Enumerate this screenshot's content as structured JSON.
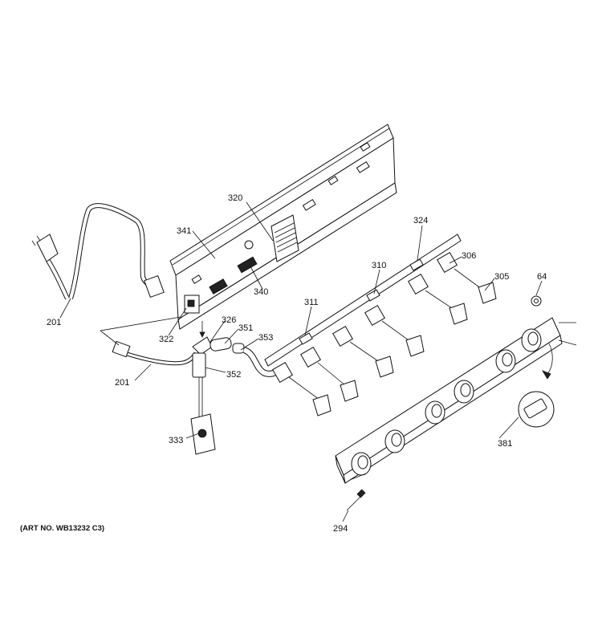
{
  "art_number": "(ART NO. WB13232 C3)",
  "callouts": {
    "c201a": "201",
    "c201b": "201",
    "c320": "320",
    "c341": "341",
    "c340": "340",
    "c322": "322",
    "c326": "326",
    "c351": "351",
    "c353": "353",
    "c352": "352",
    "c333": "333",
    "c324": "324",
    "c310": "310",
    "c311": "311",
    "c306": "306",
    "c305": "305",
    "c64": "64",
    "c381": "381",
    "c294": "294"
  }
}
